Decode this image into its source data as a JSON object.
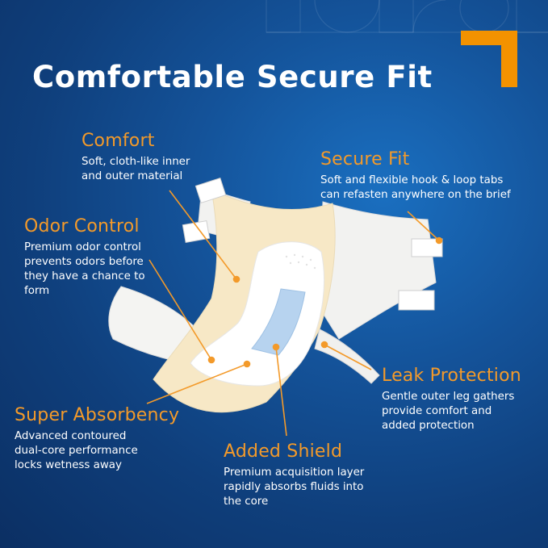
{
  "title": "Comfortable Secure Fit",
  "colors": {
    "accent": "#f39200",
    "heading": "#f39a2a",
    "text": "#ffffff",
    "background": "#14539a"
  },
  "callouts": {
    "comfort": {
      "heading": "Comfort",
      "body": "Soft, cloth-like inner\nand outer material"
    },
    "secure_fit": {
      "heading": "Secure Fit",
      "body": "Soft and flexible hook & loop tabs\ncan refasten anywhere on the brief"
    },
    "odor_control": {
      "heading": "Odor Control",
      "body": "Premium odor control\nprevents odors before\nthey have a chance to\nform"
    },
    "super_absorbency": {
      "heading": "Super Absorbency",
      "body": "Advanced contoured\ndual-core performance\nlocks wetness away"
    },
    "leak_protection": {
      "heading": "Leak Protection",
      "body": "Gentle outer leg gathers\nprovide comfort and\nadded protection"
    },
    "added_shield": {
      "heading": "Added Shield",
      "body": "Premium acquisition layer\nrapidly absorbs fluids into\nthe core"
    }
  }
}
